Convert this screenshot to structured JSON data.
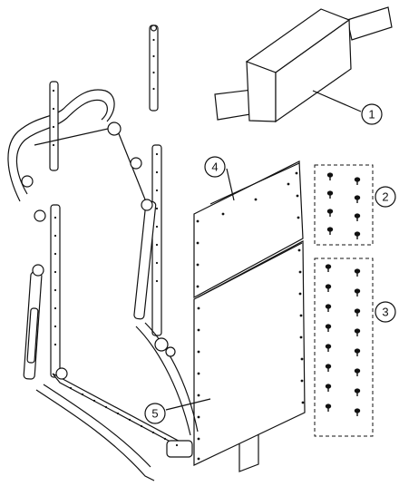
{
  "callouts": [
    {
      "id": "1",
      "label": "1"
    },
    {
      "id": "2",
      "label": "2"
    },
    {
      "id": "3",
      "label": "3"
    },
    {
      "id": "4",
      "label": "4"
    },
    {
      "id": "5",
      "label": "5"
    }
  ],
  "hardware_groups": [
    {
      "name": "group-2",
      "callout": "2",
      "screw_count": 8
    },
    {
      "name": "group-3",
      "callout": "3",
      "screw_count": 16
    }
  ],
  "colors": {
    "line": "#111111",
    "background": "#ffffff",
    "fill": "#ffffff"
  }
}
